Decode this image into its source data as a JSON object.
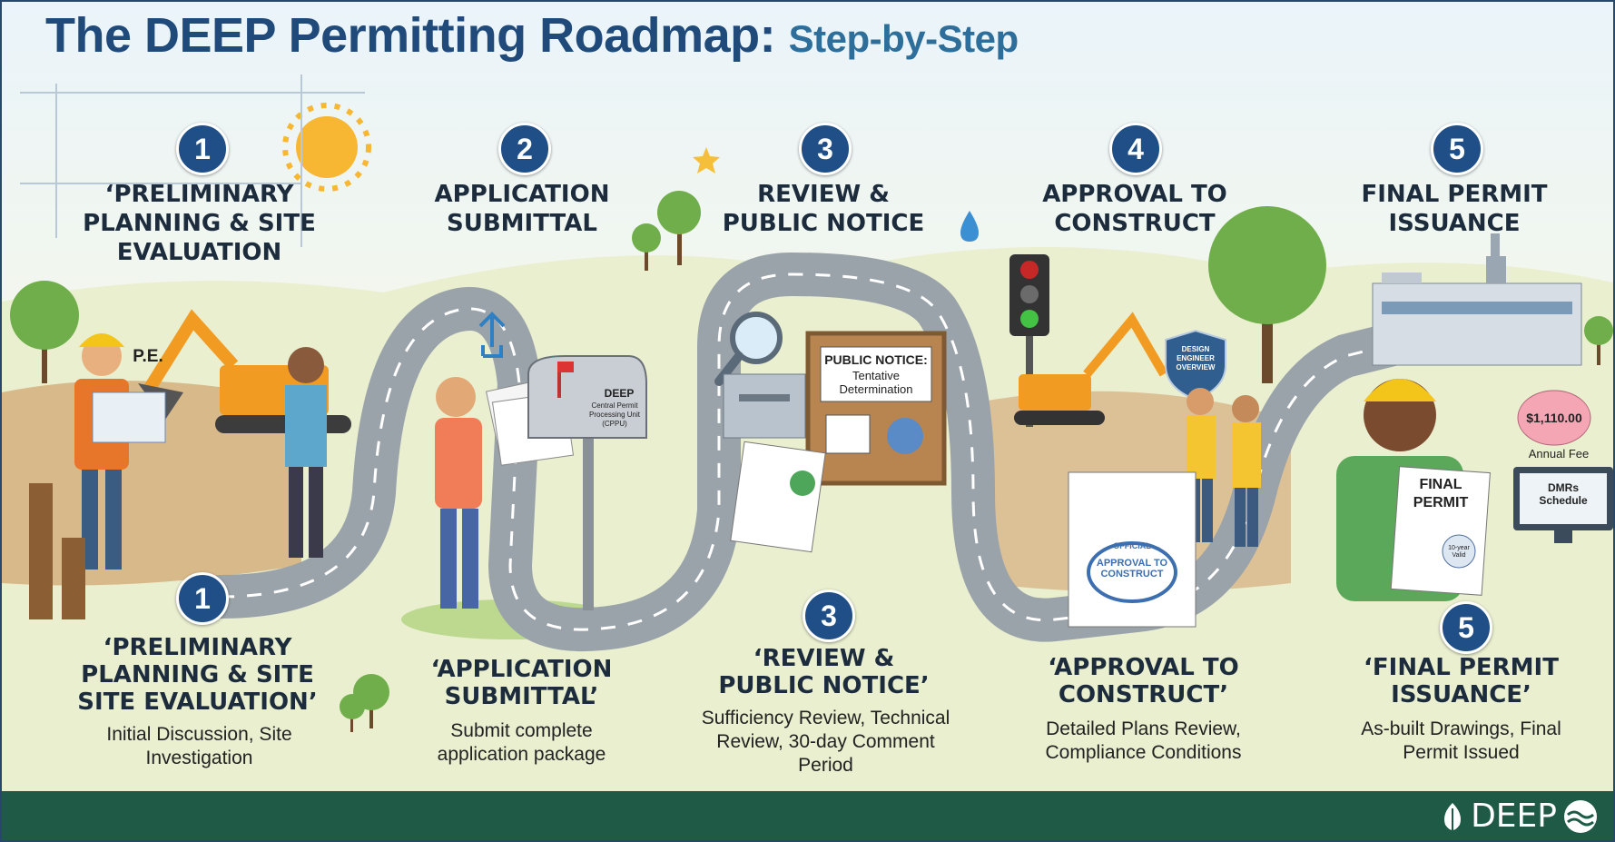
{
  "title": {
    "main": "The DEEP Permitting Roadmap:",
    "subtitle": "Step-by-Step"
  },
  "steps": [
    {
      "number": "1",
      "heading": "‘PRELIMINARY PLANNING & SITE EVALUATION",
      "caption_title": "‘PRELIMINARY PLANNING & SITE SITE EVALUATION’",
      "caption_desc": "Initial Discussion, Site Investigation"
    },
    {
      "number": "2",
      "heading": "APPLICATION SUBMITTAL",
      "caption_title": "‘APPLICATION SUBMITTAL’",
      "caption_desc": "Submit complete application package"
    },
    {
      "number": "3",
      "heading": "REVIEW & PUBLIC NOTICE",
      "caption_title": "‘REVIEW & PUBLIC NOTICE’",
      "caption_desc": "Sufficiency Review, Technical Review, 30-day Comment Period"
    },
    {
      "number": "4",
      "heading": "APPROVAL TO CONSTRUCT",
      "caption_title": "‘APPROVAL TO CONSTRUCT’",
      "caption_desc": "Detailed Plans Review, Compliance Conditions"
    },
    {
      "number": "5",
      "heading": "FINAL PERMIT ISSUANCE",
      "caption_title": "‘FINAL PERMIT ISSUANCE’",
      "caption_desc": "As-built Drawings, Final Permit Issued"
    }
  ],
  "illustration_labels": {
    "pe": "P.E.",
    "mailbox_brand": "DEEP",
    "mailbox_unit": "Central Permit Processing Unit (CPPU)",
    "notice_title": "PUBLIC NOTICE:",
    "notice_sub": "Tentative Determination",
    "shield": "DESIGN ENGINEER OVERVIEW",
    "stamp_top": "OFFICIAL",
    "stamp_main": "APPROVAL TO CONSTRUCT",
    "fee_amount": "$1,110.00",
    "fee_label": "Annual Fee",
    "dmr_label": "DMRs Schedule",
    "final_permit": "FINAL PERMIT",
    "permit_seal": "10-year Valid"
  },
  "logo": {
    "text": "DEEP"
  },
  "colors": {
    "badge": "#1f4f86",
    "road": "#a7aeb4",
    "footer": "#1e5a46",
    "title": "#1f4a7a"
  }
}
